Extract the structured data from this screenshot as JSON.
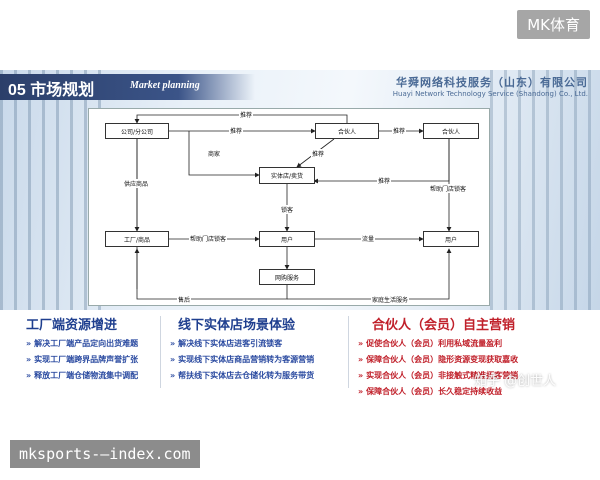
{
  "watermarks": {
    "top_right": "MK体育",
    "bottom_left": "mksports-–index.com",
    "zhihu": "知乎 @创世人"
  },
  "header": {
    "title": "05 市场规划",
    "title_en": "Market planning",
    "company_cn": "华舜网络科技服务（山东）有限公司",
    "company_en": "Huayi Network Technology Service (Shandong) Co., Ltd."
  },
  "diagram": {
    "nodes": {
      "company": "公司/分公司",
      "partner1": "合伙人",
      "partner2": "合伙人",
      "store": "实体店/卖货",
      "factory": "工厂/商品",
      "user1": "用户",
      "user2": "用户",
      "online": "网购服务"
    },
    "edges": {
      "top_recommend": "推荐",
      "company_partner": "推荐",
      "partner_partner": "推荐",
      "merchant": "商家",
      "partner_store": "推荐",
      "partner2_store": "推荐",
      "supply": "供应商品",
      "help_store_lock": "帮助门店锁客",
      "lock_customer": "锁客",
      "factory_user": "帮助门店锁客",
      "user_user_flow": "流量",
      "after_sale": "售后",
      "home_service": "家庭生活服务"
    }
  },
  "sections": [
    {
      "title": "工厂端资源增进",
      "items": [
        "解决工厂端产品定向出货难题",
        "实现工厂端跨界品牌声誉扩张",
        "释放工厂端仓储物流集中调配"
      ]
    },
    {
      "title": "线下实体店场景体验",
      "items": [
        "解决线下实体店进客引流锁客",
        "实现线下实体店商品营销转为客源营销",
        "帮扶线下实体店去仓储化转为服务带货"
      ]
    },
    {
      "title": "合伙人（会员）自主营销",
      "items": [
        "促使合伙人（会员）利用私域流量盈利",
        "保障合伙人（会员）隐形资源变现获取嘉收",
        "实现合伙人（会员）非接触式精准拓客营销",
        "保障合伙人（会员）长久稳定持续收益"
      ]
    }
  ],
  "colors": {
    "header_bar": "#2b3f6a",
    "section_blue": "#1f3f8f",
    "section_red": "#c0202a"
  }
}
